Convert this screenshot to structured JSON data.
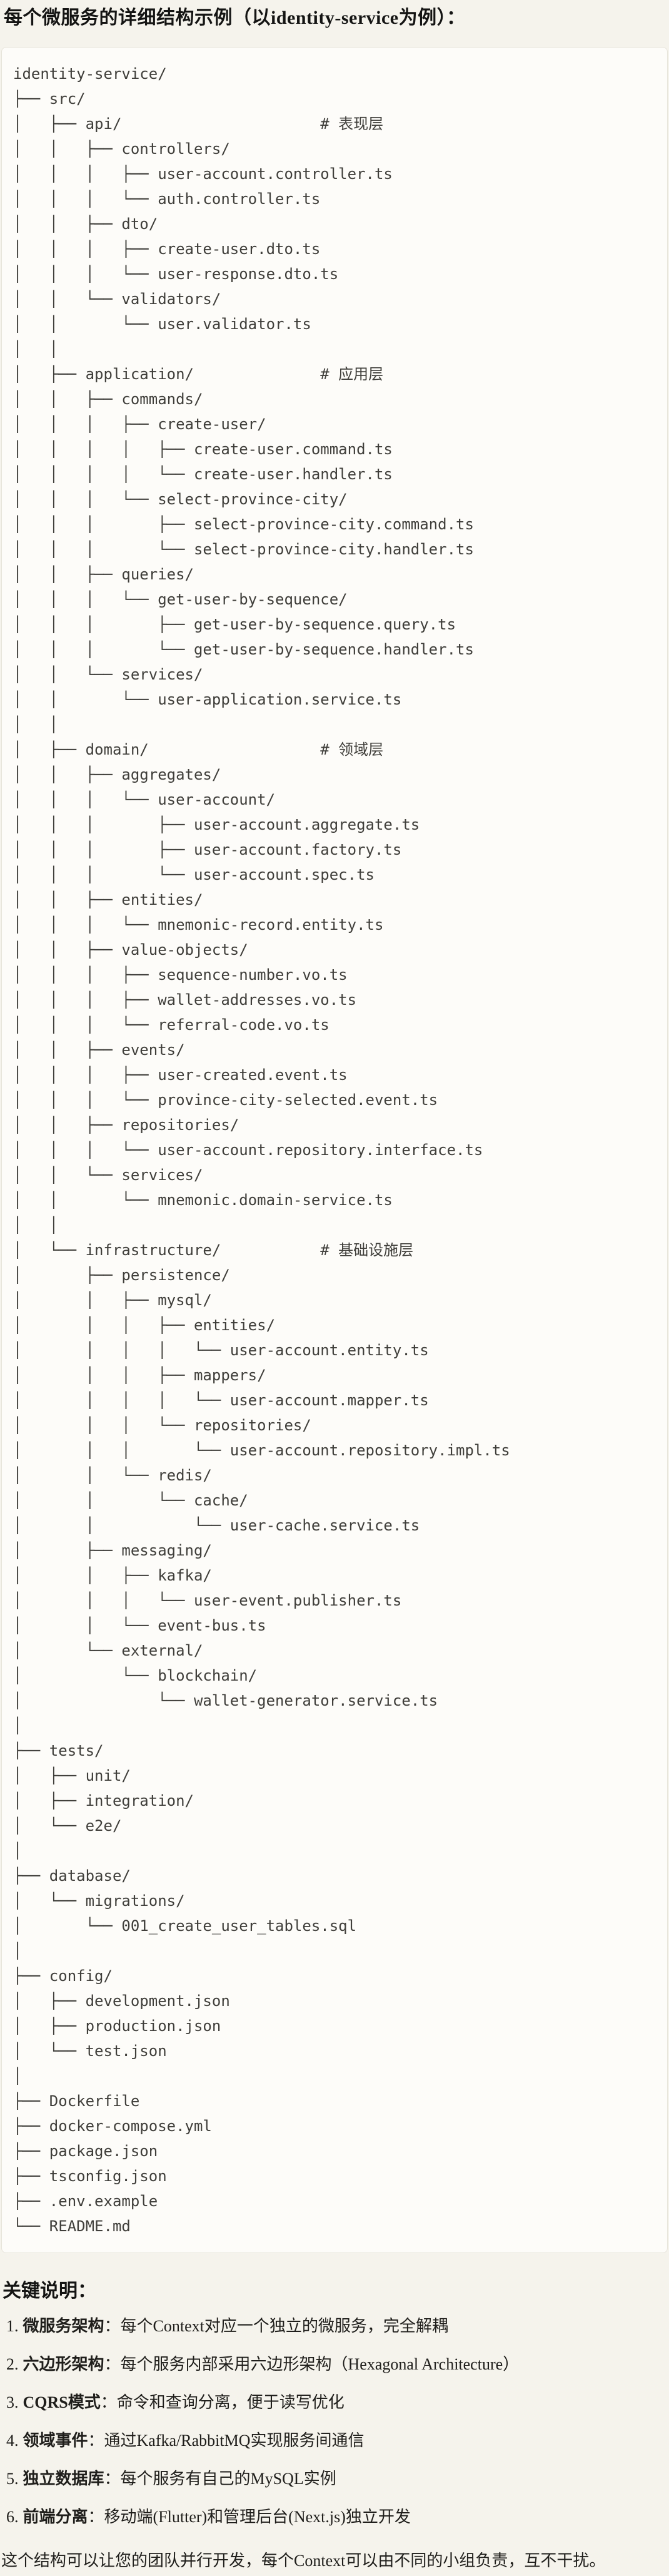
{
  "page": {
    "title": "每个微服务的详细结构示例（以identity-service为例）：",
    "colors": {
      "page_bg": "#F5F3EC",
      "code_bg": "#FDFCF9",
      "code_border": "#E7E4DA",
      "code_text": "#3F3E3A",
      "heading_text": "#141413"
    }
  },
  "tree": {
    "lines": [
      "identity-service/",
      "├── src/",
      "│   ├── api/                      # 表现层",
      "│   │   ├── controllers/",
      "│   │   │   ├── user-account.controller.ts",
      "│   │   │   └── auth.controller.ts",
      "│   │   ├── dto/",
      "│   │   │   ├── create-user.dto.ts",
      "│   │   │   └── user-response.dto.ts",
      "│   │   └── validators/",
      "│   │       └── user.validator.ts",
      "│   │",
      "│   ├── application/              # 应用层",
      "│   │   ├── commands/",
      "│   │   │   ├── create-user/",
      "│   │   │   │   ├── create-user.command.ts",
      "│   │   │   │   └── create-user.handler.ts",
      "│   │   │   └── select-province-city/",
      "│   │   │       ├── select-province-city.command.ts",
      "│   │   │       └── select-province-city.handler.ts",
      "│   │   ├── queries/",
      "│   │   │   └── get-user-by-sequence/",
      "│   │   │       ├── get-user-by-sequence.query.ts",
      "│   │   │       └── get-user-by-sequence.handler.ts",
      "│   │   └── services/",
      "│   │       └── user-application.service.ts",
      "│   │",
      "│   ├── domain/                   # 领域层",
      "│   │   ├── aggregates/",
      "│   │   │   └── user-account/",
      "│   │   │       ├── user-account.aggregate.ts",
      "│   │   │       ├── user-account.factory.ts",
      "│   │   │       └── user-account.spec.ts",
      "│   │   ├── entities/",
      "│   │   │   └── mnemonic-record.entity.ts",
      "│   │   ├── value-objects/",
      "│   │   │   ├── sequence-number.vo.ts",
      "│   │   │   ├── wallet-addresses.vo.ts",
      "│   │   │   └── referral-code.vo.ts",
      "│   │   ├── events/",
      "│   │   │   ├── user-created.event.ts",
      "│   │   │   └── province-city-selected.event.ts",
      "│   │   ├── repositories/",
      "│   │   │   └── user-account.repository.interface.ts",
      "│   │   └── services/",
      "│   │       └── mnemonic.domain-service.ts",
      "│   │",
      "│   └── infrastructure/           # 基础设施层",
      "│       ├── persistence/",
      "│       │   ├── mysql/",
      "│       │   │   ├── entities/",
      "│       │   │   │   └── user-account.entity.ts",
      "│       │   │   ├── mappers/",
      "│       │   │   │   └── user-account.mapper.ts",
      "│       │   │   └── repositories/",
      "│       │   │       └── user-account.repository.impl.ts",
      "│       │   └── redis/",
      "│       │       └── cache/",
      "│       │           └── user-cache.service.ts",
      "│       ├── messaging/",
      "│       │   ├── kafka/",
      "│       │   │   └── user-event.publisher.ts",
      "│       │   └── event-bus.ts",
      "│       └── external/",
      "│           └── blockchain/",
      "│               └── wallet-generator.service.ts",
      "│",
      "├── tests/",
      "│   ├── unit/",
      "│   ├── integration/",
      "│   └── e2e/",
      "│",
      "├── database/",
      "│   └── migrations/",
      "│       └── 001_create_user_tables.sql",
      "│",
      "├── config/",
      "│   ├── development.json",
      "│   ├── production.json",
      "│   └── test.json",
      "│",
      "├── Dockerfile",
      "├── docker-compose.yml",
      "├── package.json",
      "├── tsconfig.json",
      "├── .env.example",
      "└── README.md"
    ]
  },
  "notes": {
    "heading": "关键说明：",
    "items": [
      {
        "number": "1.",
        "term": "微服务架构",
        "colon": "：",
        "desc": "每个Context对应一个独立的微服务，完全解耦"
      },
      {
        "number": "2.",
        "term": "六边形架构",
        "colon": "：",
        "desc": "每个服务内部采用六边形架构（Hexagonal Architecture）"
      },
      {
        "number": "3.",
        "term": "CQRS模式",
        "colon": "：",
        "desc": "命令和查询分离，便于读写优化"
      },
      {
        "number": "4.",
        "term": "领域事件",
        "colon": "：",
        "desc": "通过Kafka/RabbitMQ实现服务间通信"
      },
      {
        "number": "5.",
        "term": "独立数据库",
        "colon": "：",
        "desc": "每个服务有自己的MySQL实例"
      },
      {
        "number": "6.",
        "term": "前端分离",
        "colon": "：",
        "desc": "移动端(Flutter)和管理后台(Next.js)独立开发"
      }
    ],
    "footer": "这个结构可以让您的团队并行开发，每个Context可以由不同的小组负责，互不干扰。"
  }
}
